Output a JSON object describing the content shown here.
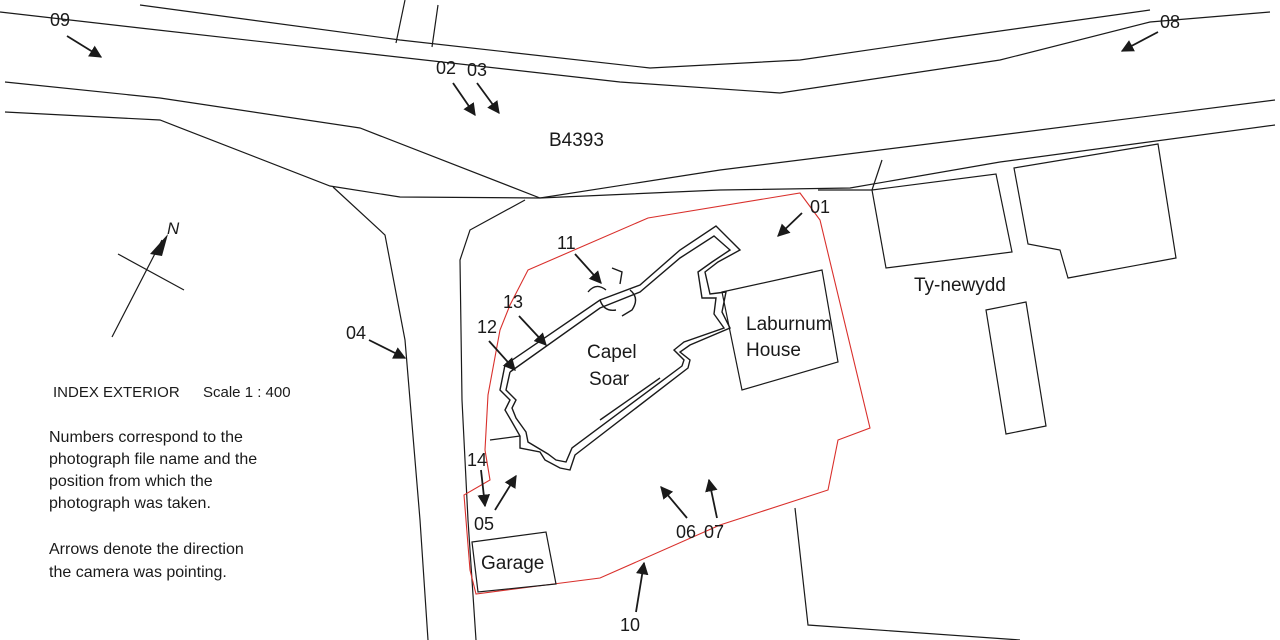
{
  "road_label": "B4393",
  "places": {
    "chapel_line1": "Capel",
    "chapel_line2": "Soar",
    "laburnum_line1": "Laburnum",
    "laburnum_line2": "House",
    "ty_newydd": "Ty-newydd",
    "garage": "Garage"
  },
  "north_label": "N",
  "legend": {
    "title": "INDEX EXTERIOR",
    "scale": "Scale 1 : 400",
    "note1_lines": [
      "Numbers correspond to the",
      "photograph file name and the",
      "position from which the",
      "photograph was taken."
    ],
    "note2_lines": [
      "Arrows denote the direction",
      "the camera was pointing."
    ]
  },
  "photo_points": [
    "01",
    "02",
    "03",
    "04",
    "05",
    "06",
    "07",
    "08",
    "09",
    "10",
    "11",
    "12",
    "13",
    "14"
  ],
  "colors": {
    "linework": "#1a1a1a",
    "site_boundary": "#d9302c",
    "background": "#ffffff"
  }
}
